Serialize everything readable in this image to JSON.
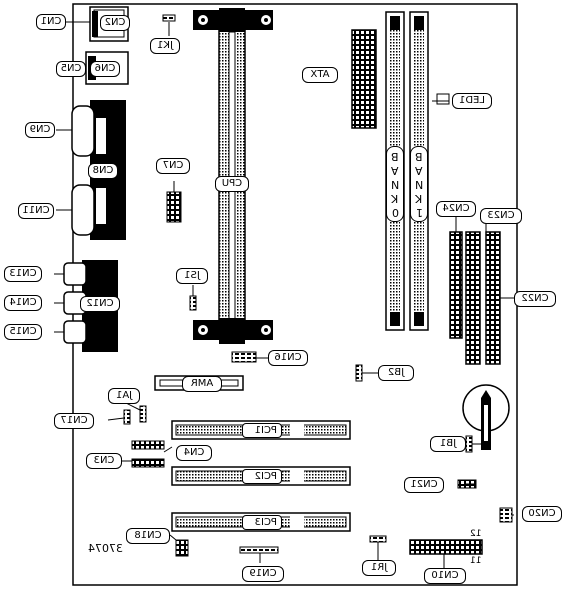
{
  "board_id": "37074",
  "pin_labels": {
    "pin11": "11",
    "pin12": "12"
  },
  "labels": {
    "CN1": "CN1",
    "CN2": "CN2",
    "CN5": "CN5",
    "CN6": "CN6",
    "CN7": "CN7",
    "CN8": "CN8",
    "CN9": "CN9",
    "CN11": "CN11",
    "CN12": "CN12",
    "CN13": "CN13",
    "CN14": "CN14",
    "CN15": "CN15",
    "CN16": "CN16",
    "CN17": "CN17",
    "CN18": "CN18",
    "CN19": "CN19",
    "CN20": "CN20",
    "CN21": "CN21",
    "CN22": "CN22",
    "CN23": "CN23",
    "CN24": "CN24",
    "CN3": "CN3",
    "CN4": "CN4",
    "CN10": "CN10",
    "JK1": "JK1",
    "JS1": "JS1",
    "JA1": "JA1",
    "JB1": "JB1",
    "JB2": "JB2",
    "JR1": "JR1",
    "LED1": "LED1",
    "ATX": "ATX",
    "CPU": "CPU",
    "AMR": "AMR",
    "PCI1": "PCI1",
    "PCI2": "PCI2",
    "PCI3": "PCI3"
  },
  "banks": {
    "bank0": [
      "B",
      "A",
      "N",
      "K",
      "0"
    ],
    "bank1": [
      "B",
      "A",
      "N",
      "K",
      "1"
    ]
  }
}
